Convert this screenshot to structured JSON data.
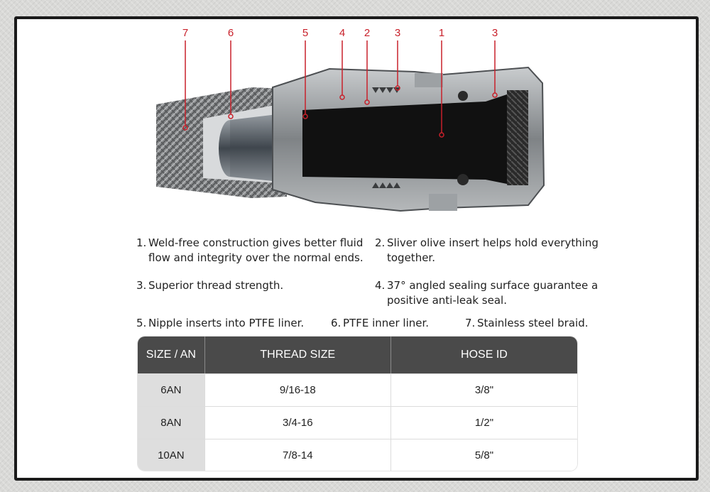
{
  "callouts": [
    {
      "num": "7"
    },
    {
      "num": "6"
    },
    {
      "num": "5"
    },
    {
      "num": "4"
    },
    {
      "num": "2"
    },
    {
      "num": "3"
    },
    {
      "num": "1"
    },
    {
      "num": "3"
    }
  ],
  "descriptions": [
    {
      "num": "1.",
      "line1": "Weld-free construction gives better fluid",
      "line2": "flow and integrity over the normal ends."
    },
    {
      "num": "2.",
      "line1": "Sliver olive insert helps hold everything",
      "line2": "together."
    },
    {
      "num": "3.",
      "line1": "Superior thread strength.",
      "line2": ""
    },
    {
      "num": "4.",
      "line1": "37° angled sealing surface guarantee a",
      "line2": "positive anti-leak seal."
    },
    {
      "num": "5.",
      "line1": "Nipple inserts into PTFE liner.",
      "line2": ""
    },
    {
      "num": "6.",
      "line1": "PTFE inner liner.",
      "line2": ""
    },
    {
      "num": "7.",
      "line1": "Stainless steel braid.",
      "line2": ""
    }
  ],
  "table": {
    "headers": [
      "SIZE / AN",
      "THREAD SIZE",
      "HOSE ID"
    ],
    "rows": [
      [
        "6AN",
        "9/16-18",
        "3/8\""
      ],
      [
        "8AN",
        "3/4-16",
        "1/2\""
      ],
      [
        "10AN",
        "7/8-14",
        "5/8\""
      ]
    ]
  },
  "colors": {
    "callout": "#c8202a",
    "header_bg": "#4a4a4a"
  }
}
